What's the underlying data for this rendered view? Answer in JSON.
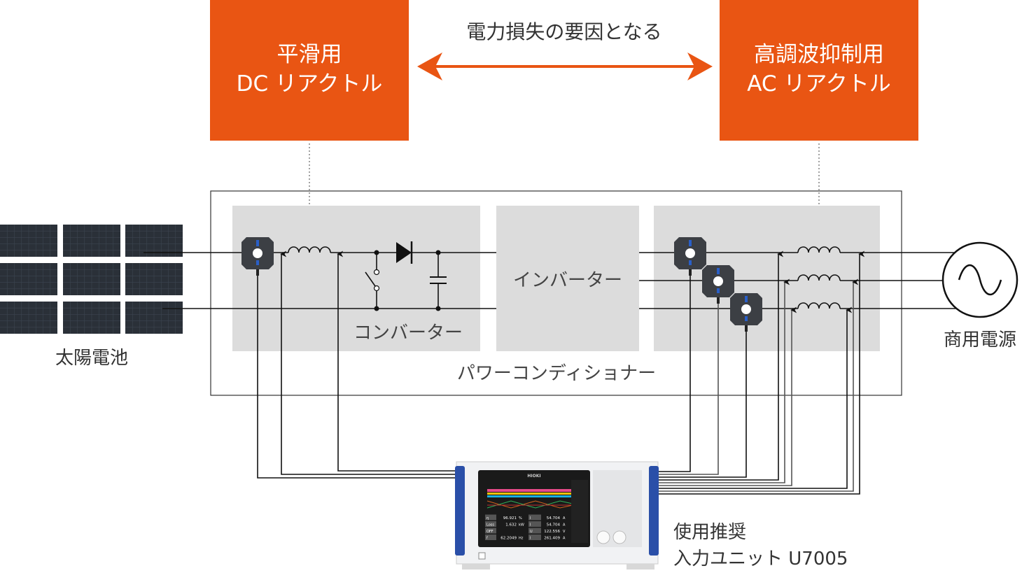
{
  "colors": {
    "accent": "#E95513",
    "panel_gray": "#DCDCDC",
    "wire": "#111111",
    "blue": "#2a4fa8"
  },
  "top": {
    "dc_reactor": {
      "line1": "平滑用",
      "line2": "DC リアクトル"
    },
    "ac_reactor": {
      "line1": "高調波抑制用",
      "line2": "AC リアクトル"
    },
    "loss_label": "電力損失の要因となる"
  },
  "labels": {
    "solar": "太陽電池",
    "converter": "コンバーター",
    "inverter": "インバーター",
    "pcs": "パワーコンディショナー",
    "grid": "商用電源",
    "unit_line1": "使用推奨",
    "unit_line2": "入力ユニット U7005"
  },
  "instrument": {
    "brand": "HIOKI",
    "readings": [
      {
        "name": "η",
        "value": "96.921",
        "unit": "%"
      },
      {
        "name": "Loss",
        "value": "1.632",
        "unit": "kW"
      },
      {
        "name": "OFF",
        "value": "",
        "unit": ""
      },
      {
        "name": "f",
        "value": "62.2049",
        "unit": "Hz"
      }
    ],
    "readings_right": [
      {
        "name": "I",
        "value": "54.704",
        "unit": "A"
      },
      {
        "name": "I",
        "value": "54.704",
        "unit": "A"
      },
      {
        "name": "U",
        "value": "122.556",
        "unit": "V"
      },
      {
        "name": "I",
        "value": "261.409",
        "unit": "A"
      }
    ]
  }
}
